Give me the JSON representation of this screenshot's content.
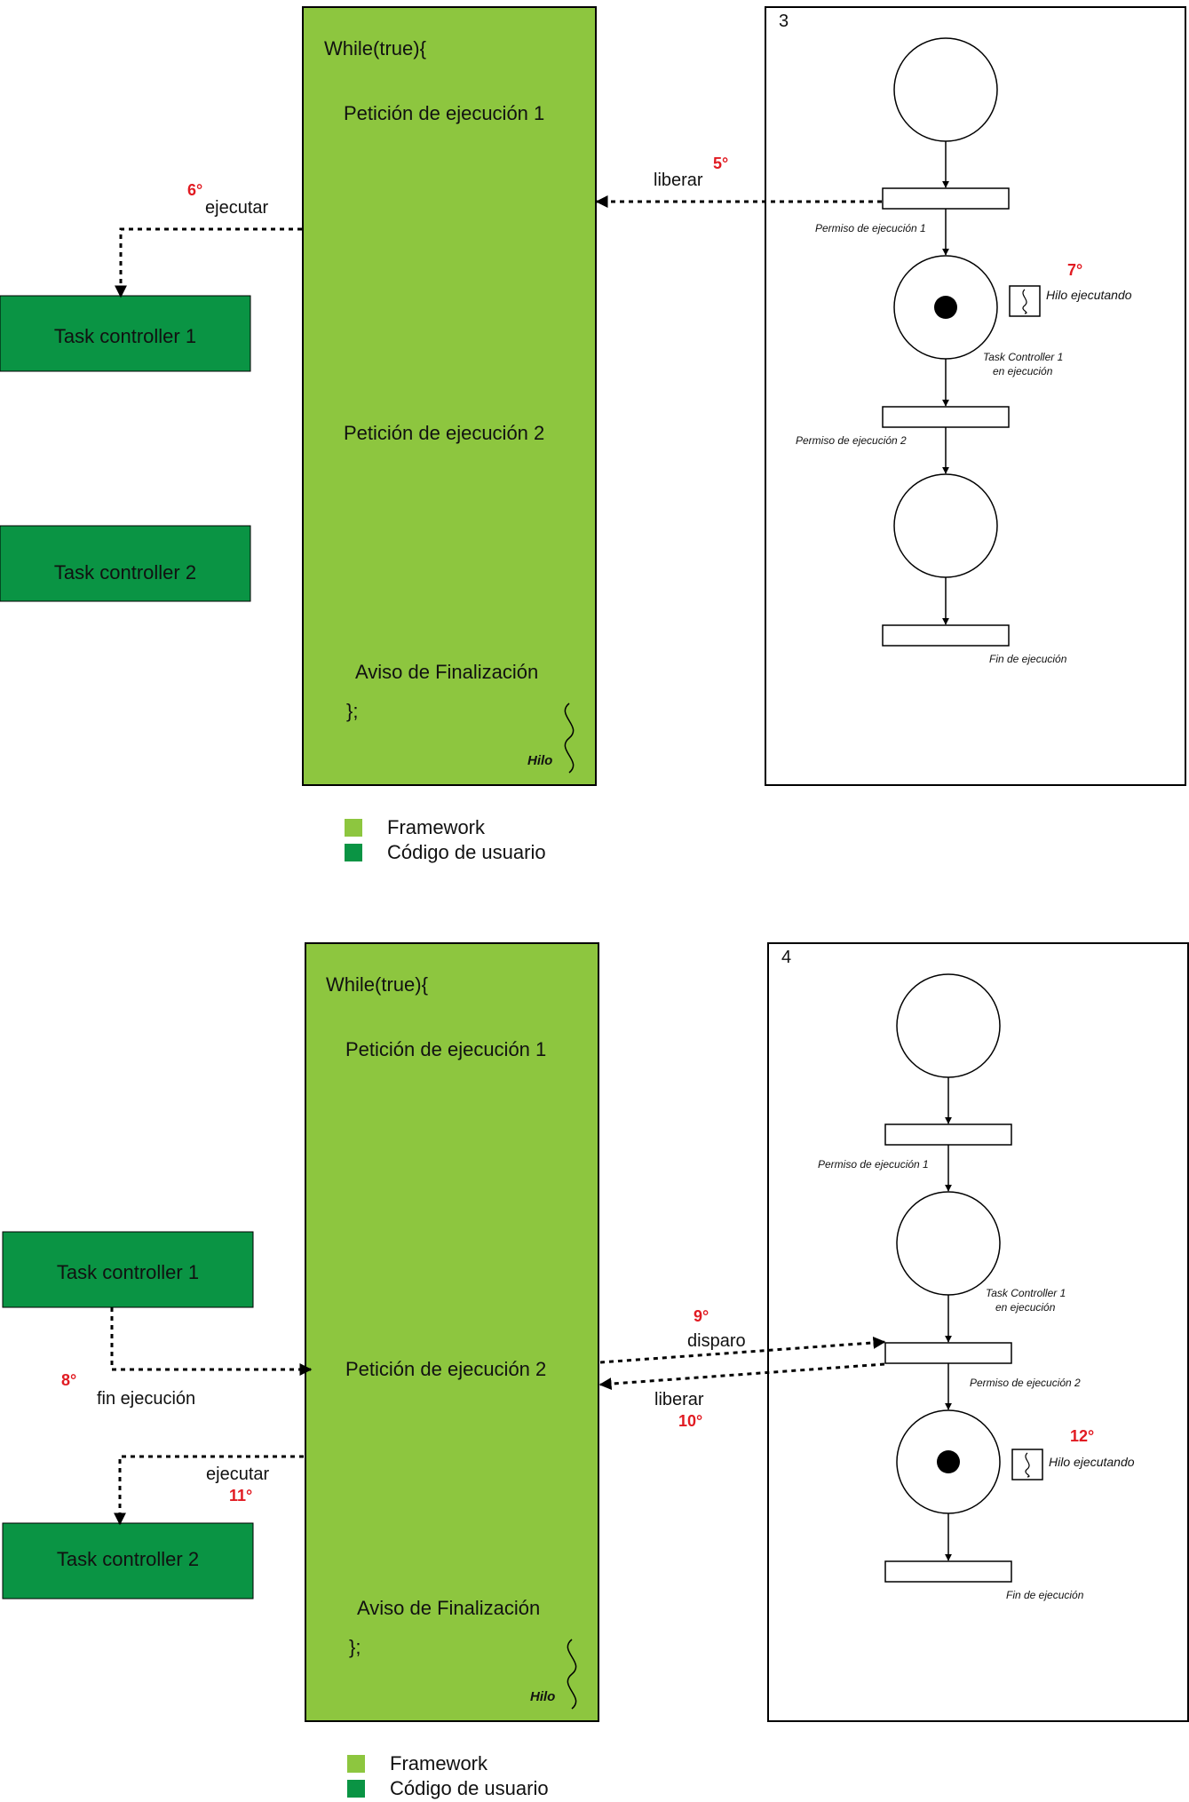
{
  "panel3": {
    "number": "3",
    "framework": {
      "header": "While(true){",
      "request1": "Petición de ejecución 1",
      "request2": "Petición de ejecución 2",
      "finish": "Aviso de Finalización",
      "close": "};",
      "thread": "Hilo"
    },
    "task1": "Task controller 1",
    "task2": "Task controller 2",
    "arrows": {
      "release_label": "liberar",
      "release_step": "5°",
      "execute_label": "ejecutar",
      "execute_step": "6°"
    },
    "petri": {
      "t1_label": "Permiso de ejecución 1",
      "p2_label_line1": "Task Controller 1",
      "p2_label_line2": "en ejecución",
      "t2_label": "Permiso de ejecución 2",
      "t3_label": "Fin de ejecución",
      "thread_label": "Hilo ejecutando",
      "thread_step": "7°"
    },
    "legend": {
      "framework": "Framework",
      "user_code": "Código de usuario"
    }
  },
  "panel4": {
    "number": "4",
    "framework": {
      "header": "While(true){",
      "request1": "Petición de ejecución 1",
      "request2": "Petición de ejecución 2",
      "finish": "Aviso de Finalización",
      "close": "};",
      "thread": "Hilo"
    },
    "task1": "Task controller 1",
    "task2": "Task controller 2",
    "arrows": {
      "end_label": "fin ejecución",
      "end_step": "8°",
      "fire_label": "disparo",
      "fire_step": "9°",
      "release_label": "liberar",
      "release_step": "10°",
      "execute_label": "ejecutar",
      "execute_step": "11°"
    },
    "petri": {
      "t1_label": "Permiso de ejecución 1",
      "p2_label_line1": "Task Controller 1",
      "p2_label_line2": "en ejecución",
      "t2_label": "Permiso de ejecución 2",
      "t3_label": "Fin de ejecución",
      "thread_label": "Hilo ejecutando",
      "thread_step": "12°"
    },
    "legend": {
      "framework": "Framework",
      "user_code": "Código de usuario"
    }
  },
  "colors": {
    "framework": "#8dc63f",
    "user_code": "#0a9444",
    "step": "#e11b22"
  }
}
